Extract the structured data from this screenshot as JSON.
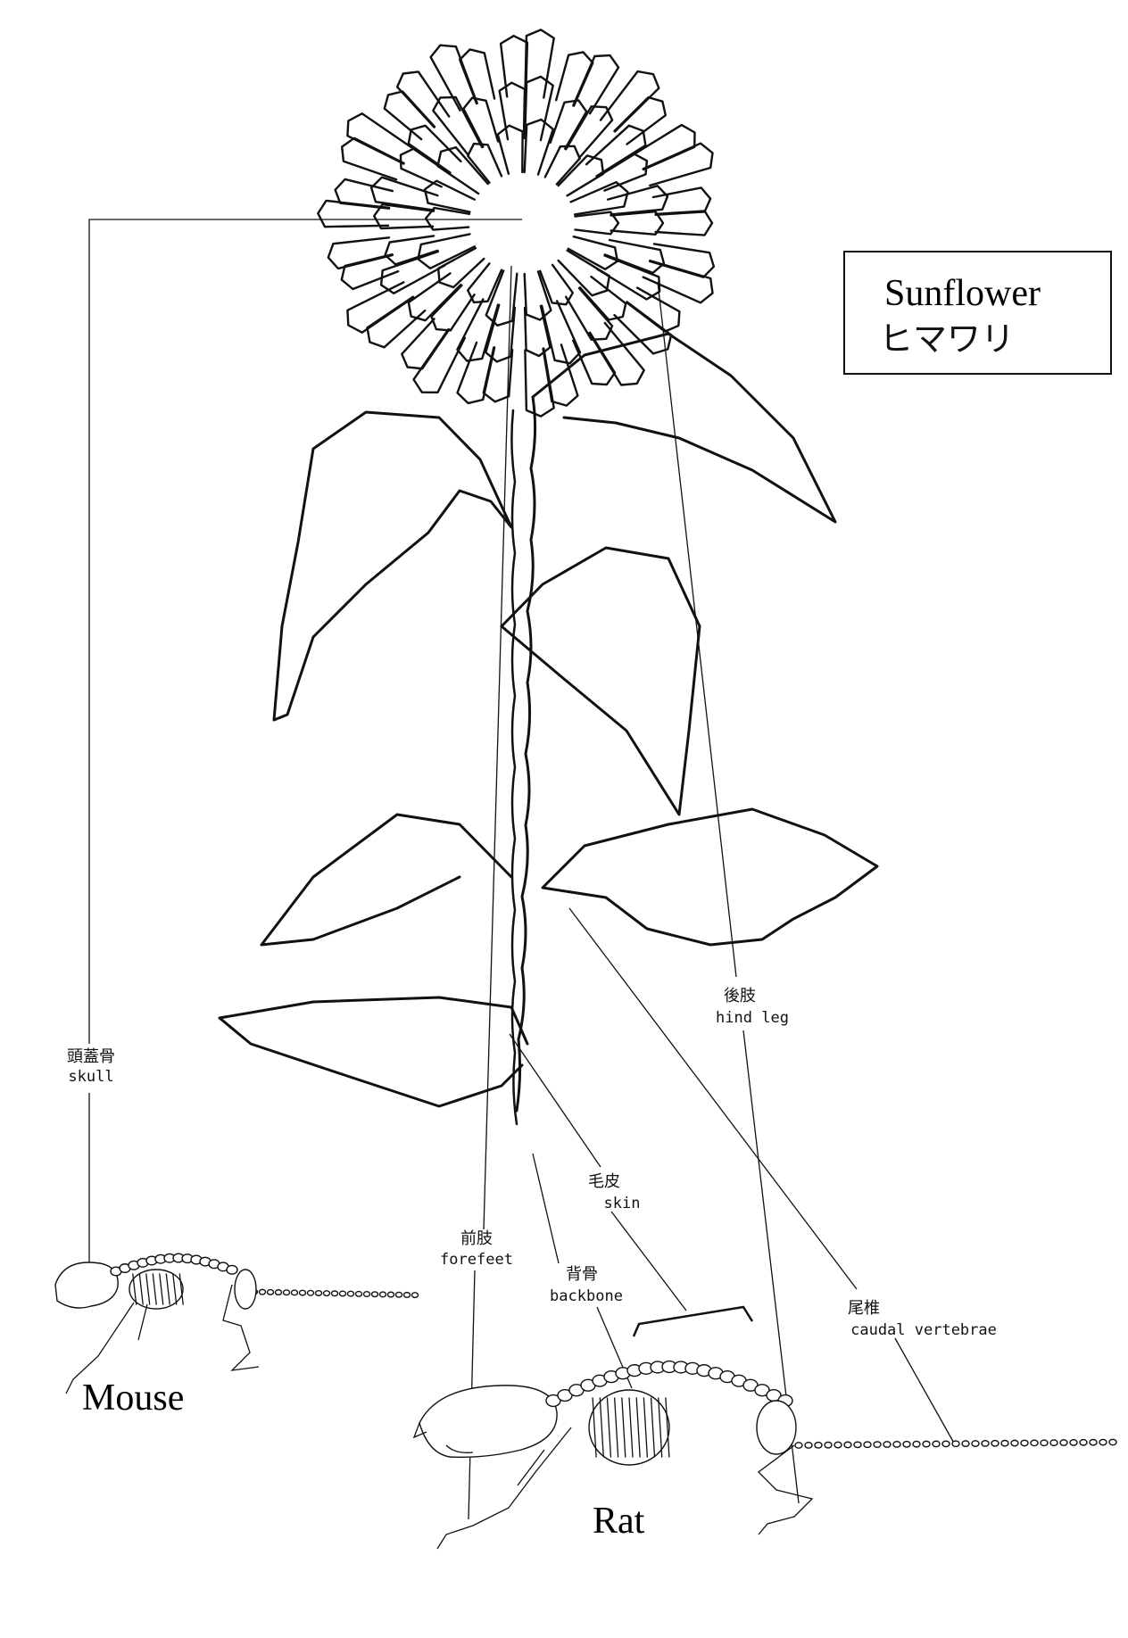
{
  "title_box": {
    "english": "Sunflower",
    "japanese": "ヒマワリ"
  },
  "animals": {
    "mouse": "Mouse",
    "rat": "Rat"
  },
  "labels": {
    "skull": {
      "jp": "頭蓋骨",
      "en": "skull"
    },
    "forefeet": {
      "jp": "前肢",
      "en": "forefeet"
    },
    "backbone": {
      "jp": "背骨",
      "en": "backbone"
    },
    "skin": {
      "jp": "毛皮",
      "en": "skin"
    },
    "hind_leg": {
      "jp": "後肢",
      "en": "hind leg"
    },
    "caudal_vertebrae": {
      "jp": "尾椎",
      "en": "caudal vertebrae"
    }
  }
}
